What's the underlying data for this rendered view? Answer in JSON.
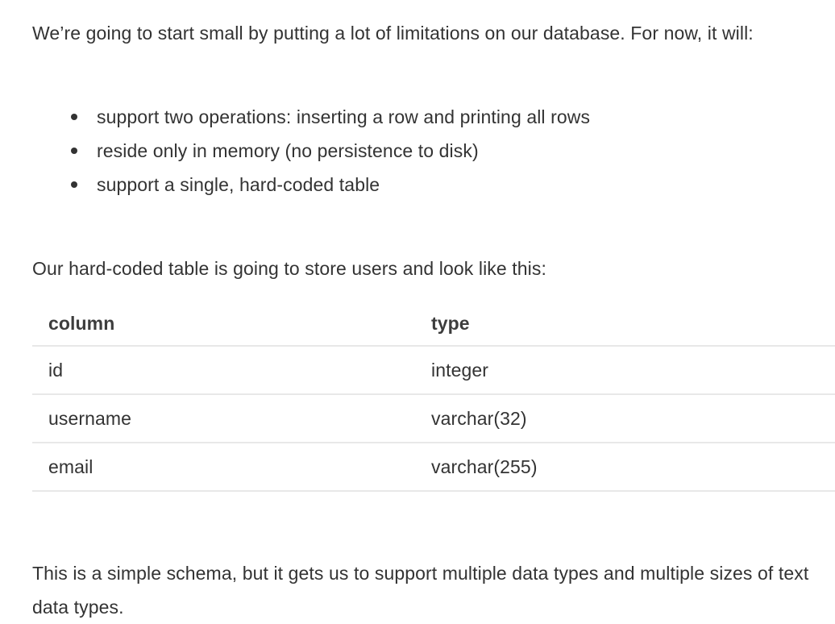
{
  "document": {
    "intro_paragraph": "We’re going to start small by putting a lot of limitations on our database. For now, it will:",
    "requirements": [
      "support two operations: inserting a row and printing all rows",
      "reside only in memory (no persistence to disk)",
      "support a single, hard-coded table"
    ],
    "table_lead_paragraph": "Our hard-coded table is going to store users and look like this:",
    "closing_paragraph": "This is a simple schema, but it gets us to support multiple data types and multiple sizes of text data types.",
    "schema_table": {
      "headers": [
        "column",
        "type"
      ],
      "rows": [
        {
          "column": "id",
          "type": "integer"
        },
        {
          "column": "username",
          "type": "varchar(32)"
        },
        {
          "column": "email",
          "type": "varchar(255)"
        }
      ]
    }
  },
  "colors": {
    "text": "#333333",
    "heading": "#3d3d3d",
    "rule": "#e8e8e8",
    "background": "#ffffff"
  }
}
